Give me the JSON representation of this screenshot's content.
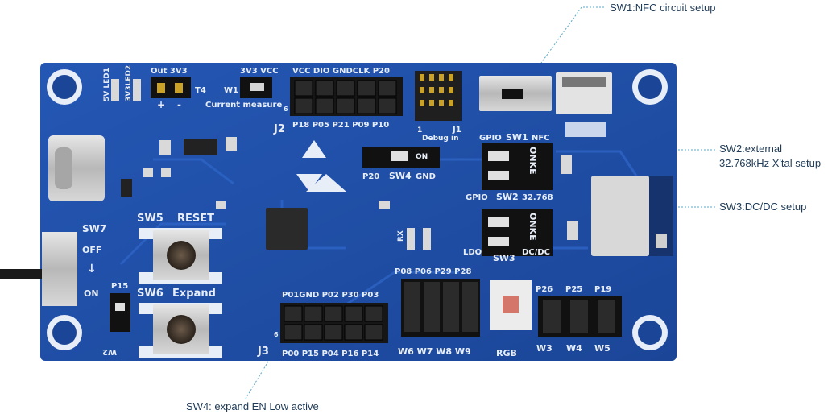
{
  "callouts": {
    "sw1": "SW1:NFC circuit setup",
    "sw2_line1": "SW2:external",
    "sw2_line2": "32.768kHz X'tal setup",
    "sw3": "SW3:DC/DC setup",
    "sw4": "SW4: expand EN Low active"
  },
  "silkscreen": {
    "out3v3": "Out 3V3",
    "v3v3vcc": "3V3 VCC",
    "t4": "T4",
    "w1": "W1",
    "current_measure": "Current measure",
    "plus": "+",
    "minus": "-",
    "j2_top": "VCC DIO GNDCLK P20",
    "j2_bottom": "P18 P05 P21 P09 P10",
    "j2": "J2",
    "debug_in": "Debug in",
    "j1": "J1",
    "one": "1",
    "gpio_sw1": "GPIO",
    "sw1": "SW1",
    "nfc": "NFC",
    "p20": "P20",
    "sw4": "SW4",
    "gnd": "GND",
    "on": "ON",
    "onke": "ONKE",
    "gpio_sw2": "GPIO",
    "sw2": "SW2",
    "khz": "32.768",
    "ldo": "LDO",
    "sw3": "SW3",
    "dcdc": "DC/DC",
    "sw5": "SW5",
    "reset": "RESET",
    "sw6": "SW6",
    "expand": "Expand",
    "sw7": "SW7",
    "off": "OFF",
    "on_sw7": "ON",
    "p15": "P15",
    "w2": "W2",
    "j3_top": "P01GND P02 P30 P03",
    "j3_bottom": "P00 P15 P04 P16 P14",
    "j3": "J3",
    "p08_row": "P08 P06 P29 P28",
    "w_row": "W6 W7 W8 W9",
    "rgb": "RGB",
    "p26": "P26",
    "p25": "P25",
    "p19": "P19",
    "w3": "W3",
    "w4": "W4",
    "w5": "W5",
    "rx": "RX",
    "led1": "5V LED1",
    "led2": "3V3LED2",
    "pin6": "6",
    "pin6b": "6"
  },
  "colors": {
    "pcb": "#1f4fa8",
    "pcb_dark": "#17408c",
    "silk": "#e8eef8",
    "annot_line": "#5aa9c8",
    "annot_text": "#1f3b57",
    "gold": "#c9a227"
  }
}
